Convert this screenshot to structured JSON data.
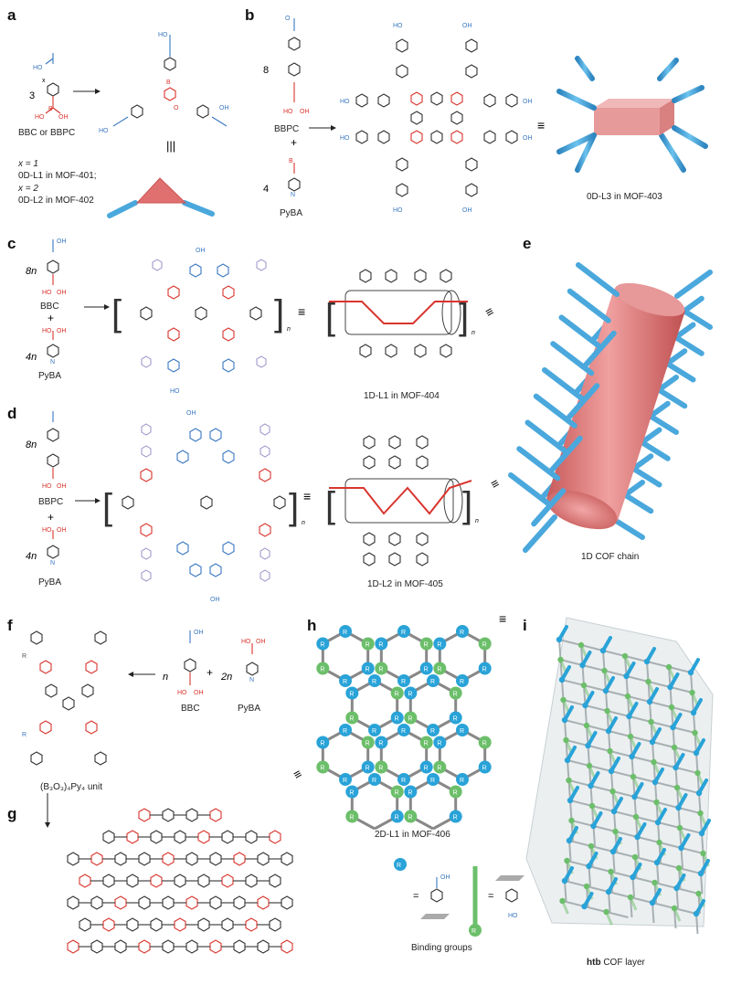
{
  "panels": {
    "a": {
      "label": "a",
      "coef": "3",
      "reactant": "BBC or BBPC",
      "x_mark": "x",
      "cond1_x": "x = 1",
      "cond1_prod": "0D-L1 in MOF-401;",
      "cond2_x": "x = 2",
      "cond2_prod": "0D-L2 in MOF-402",
      "equiv": "|||"
    },
    "b": {
      "label": "b",
      "coef1": "8",
      "reactant1": "BBPC",
      "plus": "+",
      "coef2": "4",
      "reactant2": "PyBA",
      "equiv": "≡",
      "product_caption": "0D-L3 in MOF-403"
    },
    "c": {
      "label": "c",
      "coef1": "8n",
      "reactant1": "BBC",
      "plus": "+",
      "coef2": "4n",
      "reactant2": "PyBA",
      "n_sub": "n",
      "product_caption": "1D-L1 in MOF-404"
    },
    "d": {
      "label": "d",
      "coef1": "8n",
      "reactant1": "BBPC",
      "plus": "+",
      "coef2": "4n",
      "reactant2": "PyBA",
      "n_sub": "n",
      "product_caption": "1D-L2 in MOF-405"
    },
    "e": {
      "label": "e",
      "caption": "1D COF chain"
    },
    "f": {
      "label": "f",
      "coef1": "n",
      "reactant1": "BBC",
      "plus": "+",
      "coef2": "2n",
      "reactant2": "PyBA",
      "unit_caption": "(B₃O₃)₄Py₄ unit"
    },
    "g": {
      "label": "g"
    },
    "h": {
      "label": "h",
      "node_letter": "R",
      "caption": "2D-L1 in MOF-406",
      "legend_caption": "Binding groups",
      "legend_eq": "="
    },
    "i": {
      "label": "i",
      "caption_bold": "htb",
      "caption_rest": " COF layer"
    }
  },
  "atoms": {
    "B": "B",
    "O": "O",
    "OH": "OH",
    "HO": "HO",
    "N": "N",
    "R": "R"
  },
  "colors": {
    "carboxyl_blue": "#3a78c2",
    "boron_red": "#d9352e",
    "rod_blue": "#4aa8dc",
    "cylinder_red": "#e88888",
    "node_blue": "#29a3d8",
    "node_green": "#6cbf6a"
  }
}
